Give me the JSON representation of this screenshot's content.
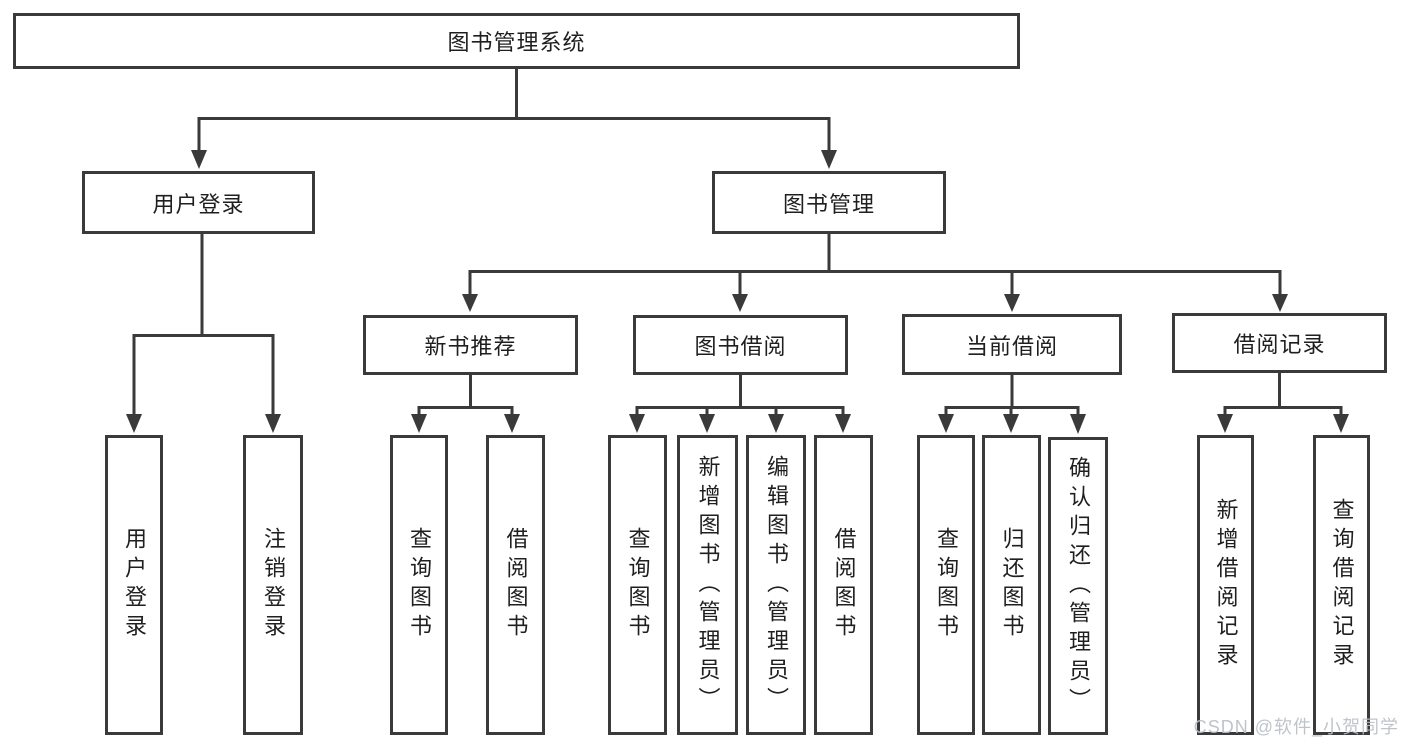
{
  "diagram": {
    "root": {
      "label": "图书管理系统"
    },
    "level2": [
      {
        "label": "用户登录",
        "children": [
          {
            "label": "用户登录"
          },
          {
            "label": "注销登录"
          }
        ]
      },
      {
        "label": "图书管理",
        "children": [
          {
            "label": "新书推荐",
            "children": [
              {
                "label": "查询图书"
              },
              {
                "label": "借阅图书"
              }
            ]
          },
          {
            "label": "图书借阅",
            "children": [
              {
                "label": "查询图书"
              },
              {
                "label": "新增图书（管理员）"
              },
              {
                "label": "编辑图书（管理员）"
              },
              {
                "label": "借阅图书"
              }
            ]
          },
          {
            "label": "当前借阅",
            "children": [
              {
                "label": "查询图书"
              },
              {
                "label": "归还图书"
              },
              {
                "label": "确认归还（管理员）"
              }
            ]
          },
          {
            "label": "借阅记录",
            "children": [
              {
                "label": "新增借阅记录"
              },
              {
                "label": "查询借阅记录"
              }
            ]
          }
        ]
      }
    ]
  },
  "watermark": {
    "text": "CSDN @软件_小贺同学"
  },
  "colors": {
    "line": "#3a3a3a",
    "text": "#1f1f1f",
    "background": "#ffffff",
    "watermark": "#b9bfc6"
  }
}
